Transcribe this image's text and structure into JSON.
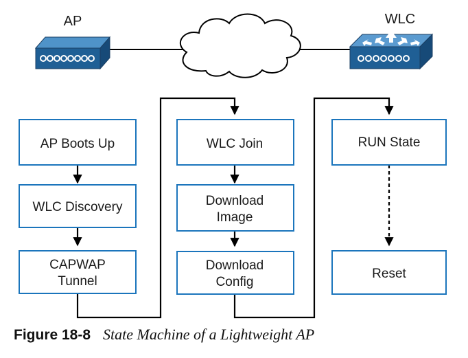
{
  "devices": {
    "ap_label": "AP",
    "wlc_label": "WLC"
  },
  "states": {
    "ap_boots_up": [
      "AP Boots Up"
    ],
    "wlc_discovery": [
      "WLC Discovery"
    ],
    "capwap_tunnel": [
      "CAPWAP",
      "Tunnel"
    ],
    "wlc_join": [
      "WLC Join"
    ],
    "download_image": [
      "Download",
      "Image"
    ],
    "download_config": [
      "Download",
      "Config"
    ],
    "run_state": [
      "RUN State"
    ],
    "reset": [
      "Reset"
    ]
  },
  "caption": {
    "figure_number": "Figure 18-8",
    "title": "State Machine of a Lightweight AP"
  },
  "colors": {
    "box_stroke": "#1b75bc",
    "device_fill": "#1f5f95",
    "line": "#000000"
  }
}
